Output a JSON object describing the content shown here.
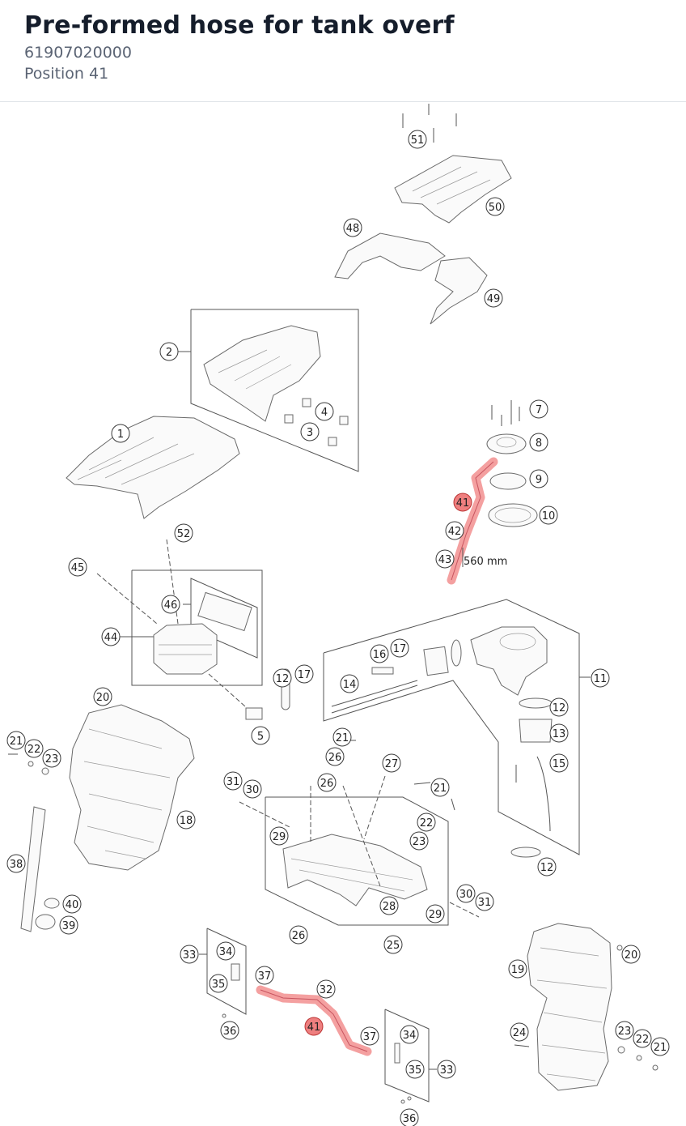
{
  "part": {
    "title": "Pre-formed hose for tank overf",
    "part_number": "61907020000",
    "position": "Position 41"
  },
  "highlight_color": "#f08080",
  "dimension_label": "560 mm",
  "callouts": {
    "c51": "51",
    "c50": "50",
    "c48": "48",
    "c49": "49",
    "c2": "2",
    "c4": "4",
    "c3": "3",
    "c1": "1",
    "c7": "7",
    "c8": "8",
    "c9": "9",
    "c10": "10",
    "c41a": "41",
    "c42": "42",
    "c43": "43",
    "c52": "52",
    "c45": "45",
    "c46": "46",
    "c44": "44",
    "c16": "16",
    "c17a": "17",
    "c11": "11",
    "c14": "14",
    "c12a": "12",
    "c17b": "17",
    "c12b": "12",
    "c13": "13",
    "c15": "15",
    "c20a": "20",
    "c21a": "21",
    "c22a": "22",
    "c23a": "23",
    "c5": "5",
    "c21b": "21",
    "c26a": "26",
    "c27": "27",
    "c26b": "26",
    "c31a": "31",
    "c30a": "30",
    "c21c": "21",
    "c18": "18",
    "c29a": "29",
    "c22b": "22",
    "c23b": "23",
    "c12c": "12",
    "c38": "38",
    "c40": "40",
    "c39": "39",
    "c28": "28",
    "c29b": "29",
    "c30b": "30",
    "c31b": "31",
    "c26c": "26",
    "c25": "25",
    "c33a": "33",
    "c34a": "34",
    "c35a": "35",
    "c36a": "36",
    "c37a": "37",
    "c32": "32",
    "c41b": "41",
    "c37b": "37",
    "c34b": "34",
    "c35b": "35",
    "c33b": "33",
    "c36b": "36",
    "c19": "19",
    "c20b": "20",
    "c24": "24",
    "c23c": "23",
    "c22c": "22",
    "c21d": "21"
  }
}
